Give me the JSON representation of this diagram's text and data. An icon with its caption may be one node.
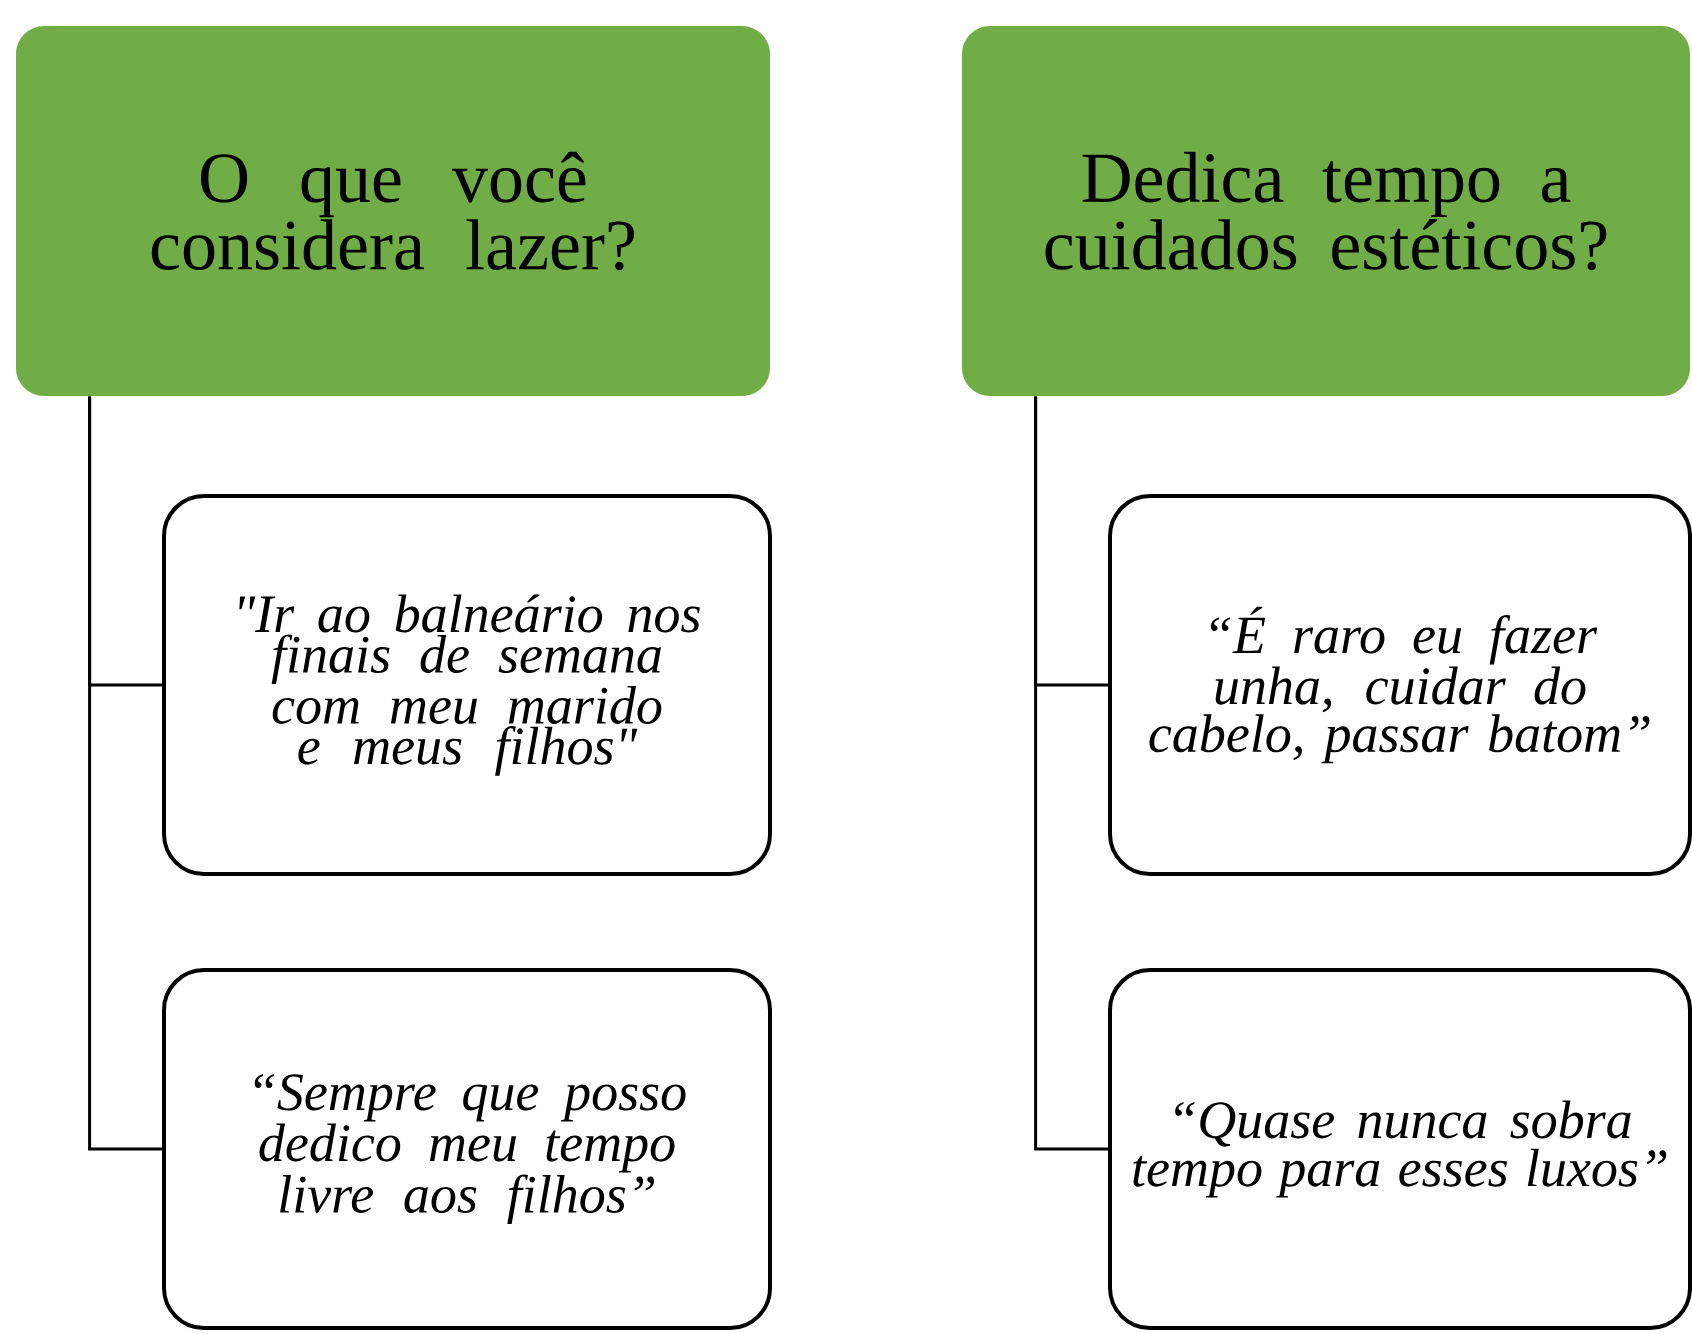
{
  "diagram": {
    "nodes": [
      {
        "text": [
          "O que você considera lazer?"
        ]
      },
      {
        "text": [
          "\"Ir ao balneário nos finais de semana com meu marido e meus filhos\""
        ]
      },
      {
        "text": [
          "“Sempre que posso dedico meu tempo livre aos filhos”"
        ]
      },
      {
        "text": [
          "Dedica tempo a cuidados estéticos?"
        ]
      },
      {
        "text": [
          "“É raro eu fazer unha, cuidar do cabelo, passar batom”"
        ]
      },
      {
        "text": [
          "“Quase nunca sobra tempo para esses luxos”"
        ]
      }
    ],
    "edges": [
      {
        "from": 0,
        "to": 1,
        "arrow": "none"
      },
      {
        "from": 0,
        "to": 2,
        "arrow": "none"
      },
      {
        "from": 3,
        "to": 4,
        "arrow": "none"
      },
      {
        "from": 3,
        "to": 5,
        "arrow": "none"
      }
    ]
  }
}
